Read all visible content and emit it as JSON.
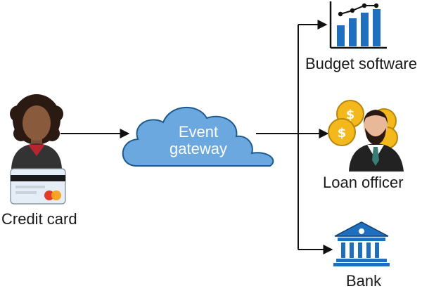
{
  "diagram": {
    "source": {
      "label": "Credit card"
    },
    "hub": {
      "line1": "Event",
      "line2": "gateway"
    },
    "targets": [
      {
        "label": "Budget software"
      },
      {
        "label": "Loan officer"
      },
      {
        "label": "Bank"
      }
    ]
  },
  "colors": {
    "arrow": "#111111",
    "cloud_fill": "#6aa8df",
    "cloud_stroke": "#1e5a8c",
    "chart_bar": "#1f6fc0",
    "coin": "#f2b81c",
    "bank": "#1f6fc0",
    "skin_woman": "#8a5a3c",
    "skin_man": "#e9b898",
    "hair": "#2b1a12"
  },
  "icons": [
    "woman-avatar-icon",
    "credit-card-icon",
    "bar-chart-icon",
    "coins-icon",
    "businessman-avatar-icon",
    "bank-building-icon"
  ]
}
